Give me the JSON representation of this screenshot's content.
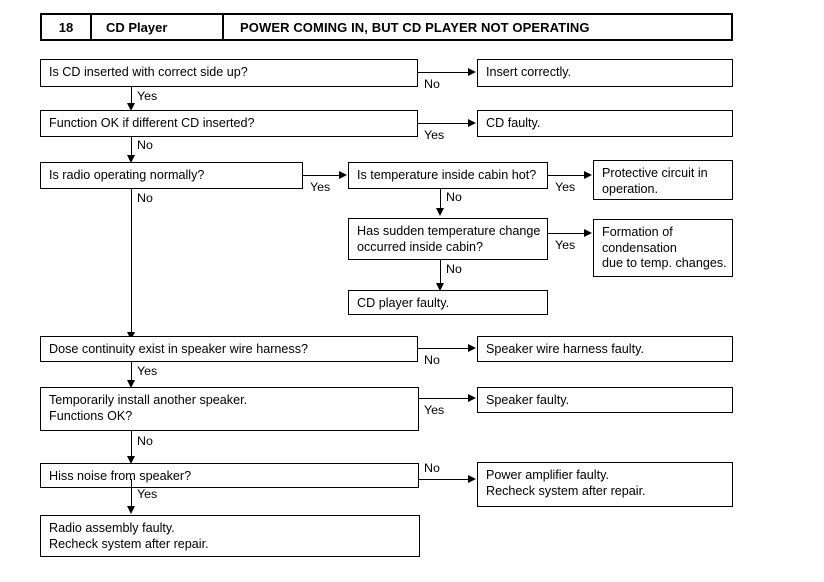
{
  "header": {
    "number": "18",
    "system": "CD Player",
    "title": "POWER COMING IN, BUT CD PLAYER NOT OPERATING"
  },
  "chart_data": {
    "type": "diagram",
    "title": "POWER COMING IN, BUT CD PLAYER NOT OPERATING",
    "diagram_kind": "troubleshooting-flowchart"
  },
  "nodes": {
    "q1": "Is CD inserted with correct side up?",
    "r1": "Insert correctly.",
    "q2": "Function OK if different CD inserted?",
    "r2": "CD faulty.",
    "q3": "Is radio operating normally?",
    "q4": "Is temperature inside cabin hot?",
    "r4": "Protective circuit in\noperation.",
    "q5": "Has sudden temperature change\noccurred inside cabin?",
    "r5": "Formation of\ncondensation\ndue to temp. changes.",
    "r6": "CD player faulty.",
    "q6": "Dose continuity exist in speaker wire harness?",
    "r7": "Speaker wire harness faulty.",
    "q7": "Temporarily install another speaker.\nFunctions OK?",
    "r8": "Speaker faulty.",
    "q8": "Hiss noise from speaker?",
    "r9": "Power amplifier faulty.\nRecheck system after repair.",
    "r10": "Radio assembly faulty.\nRecheck system after repair."
  },
  "labels": {
    "l1_no": "No",
    "l1_yes": "Yes",
    "l2_yes": "Yes",
    "l2_no": "No",
    "l3_yes": "Yes",
    "l3_no": "No",
    "l4_yes": "Yes",
    "l4_no": "No",
    "l5_yes": "Yes",
    "l5_no": "No",
    "l6_no": "No",
    "l6_yes": "Yes",
    "l7_yes": "Yes",
    "l7_no": "No",
    "l8_no": "No",
    "l8_yes": "Yes"
  }
}
